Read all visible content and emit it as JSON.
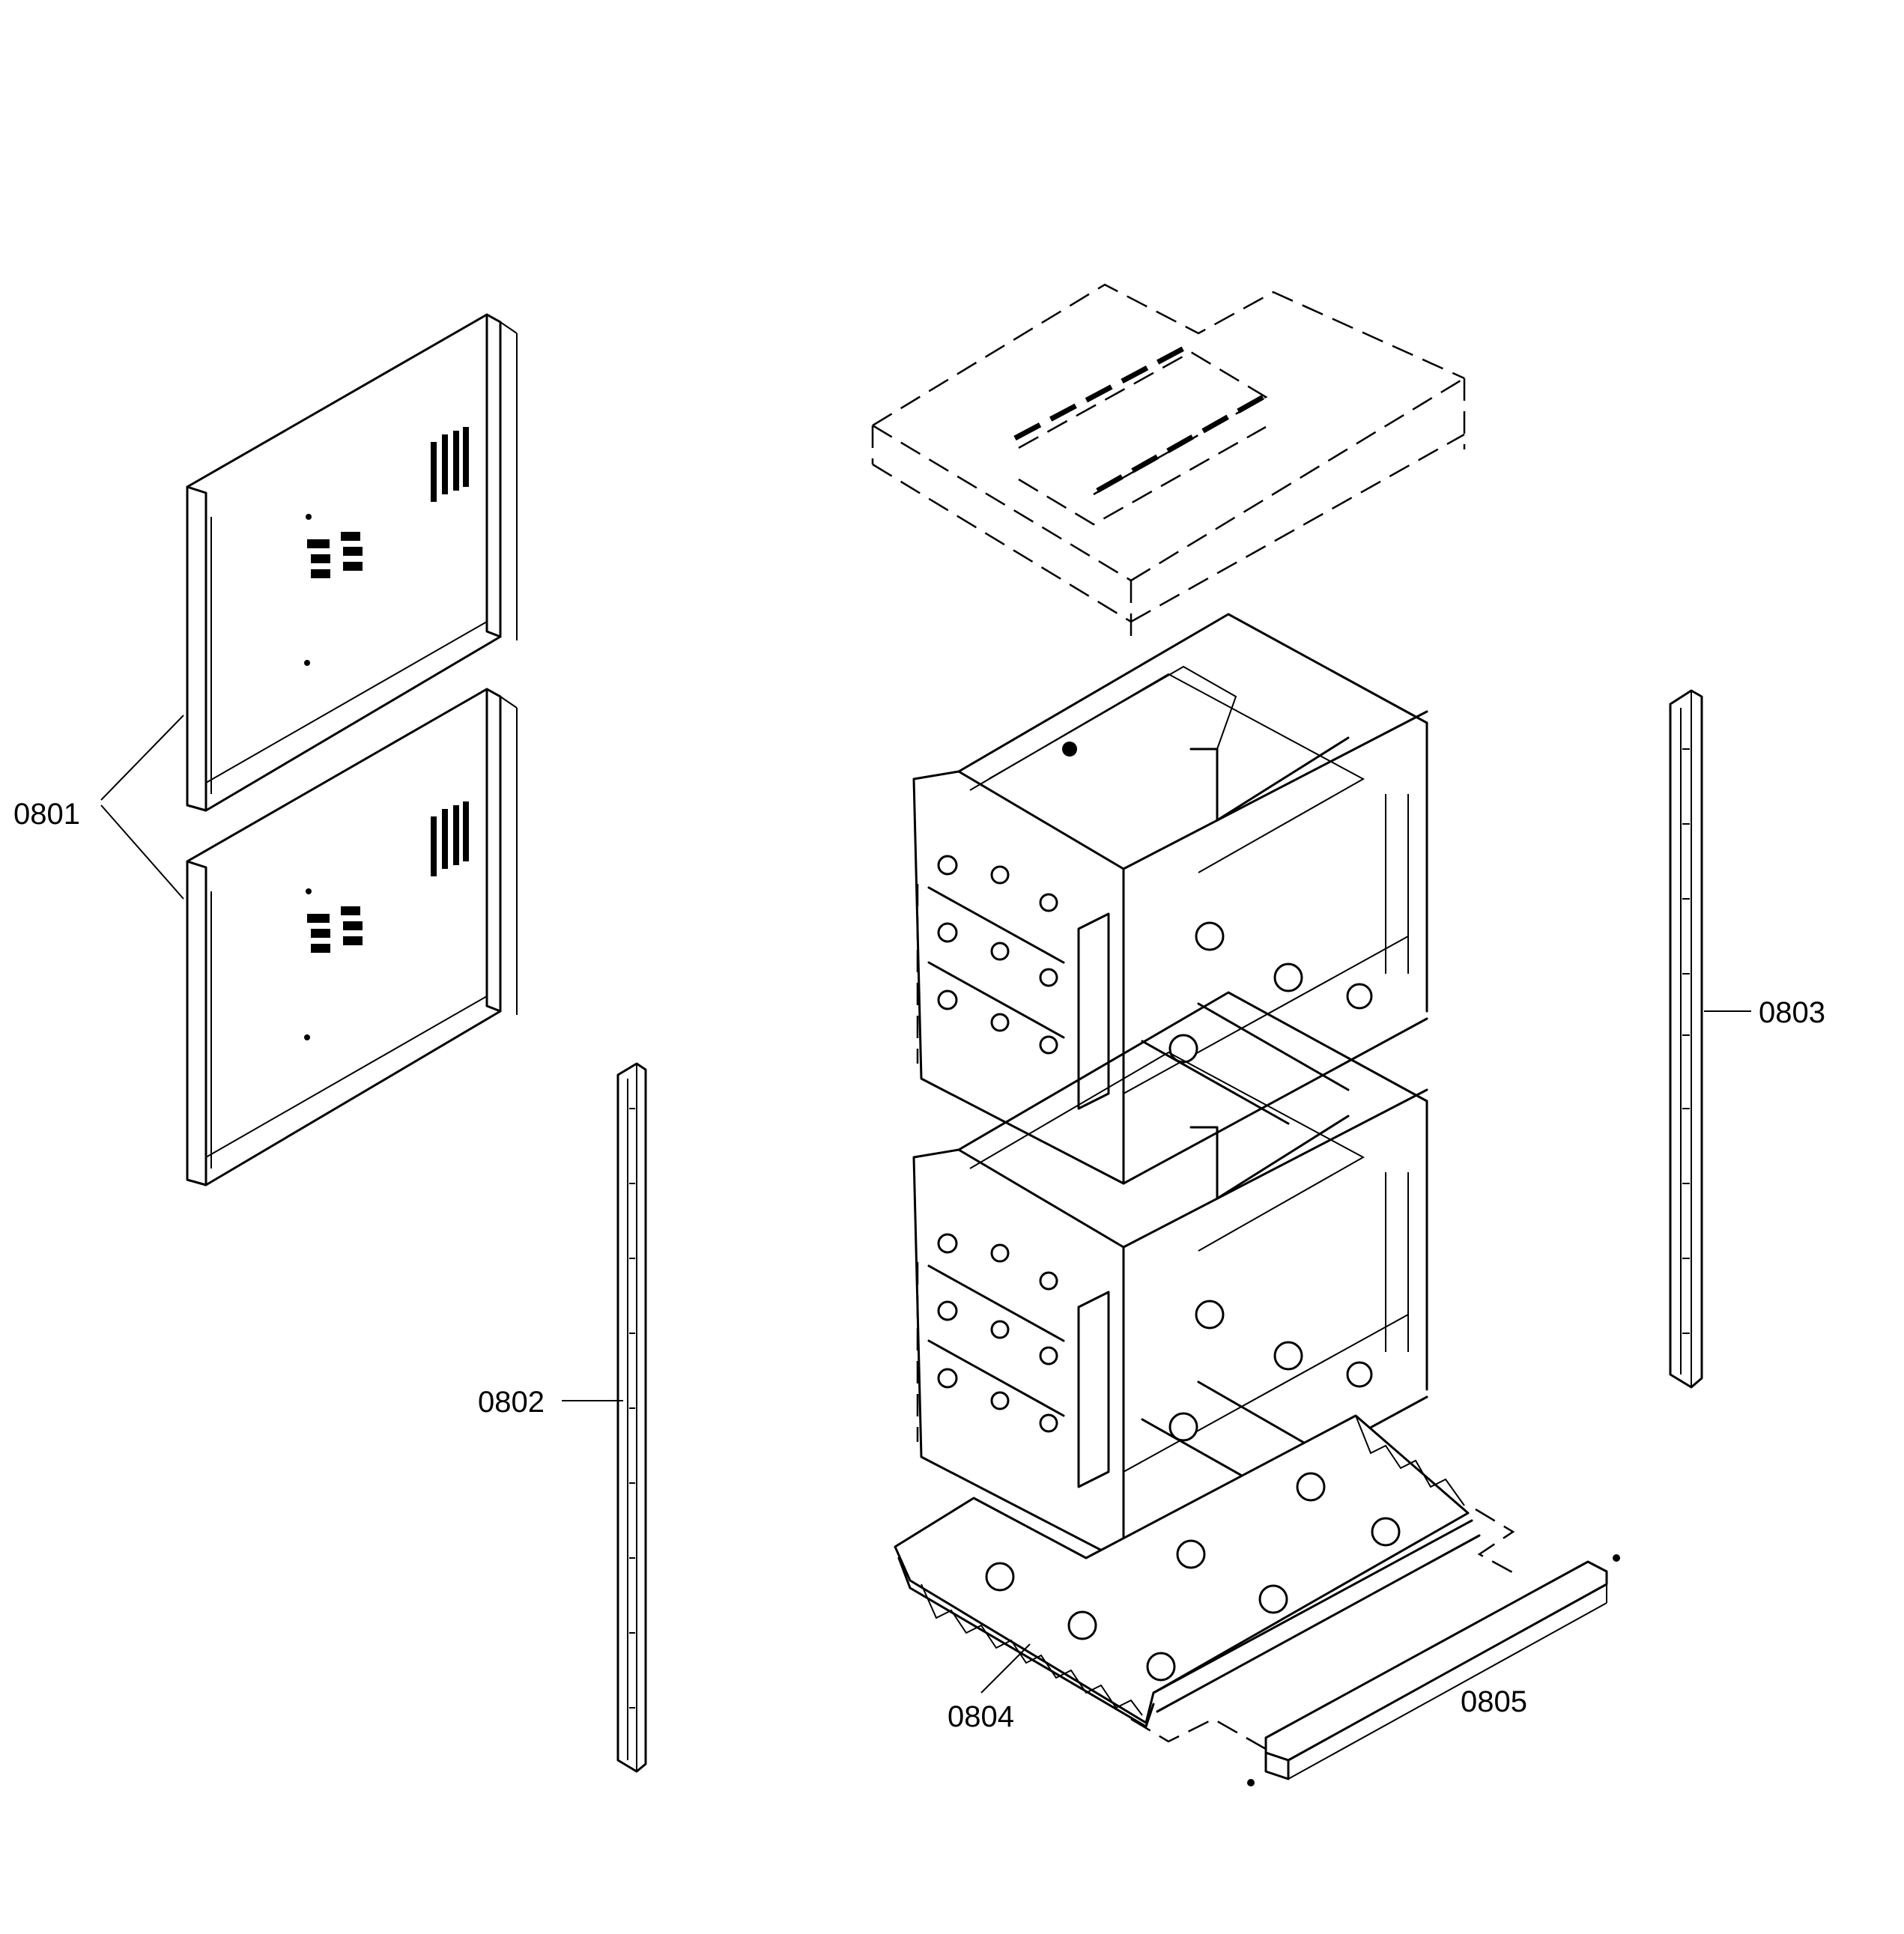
{
  "callouts": {
    "side_panels": "0801",
    "left_trim_strip": "0802",
    "right_trim_strip": "0803",
    "bottom_tray": "0804",
    "bottom_rail": "0805"
  }
}
